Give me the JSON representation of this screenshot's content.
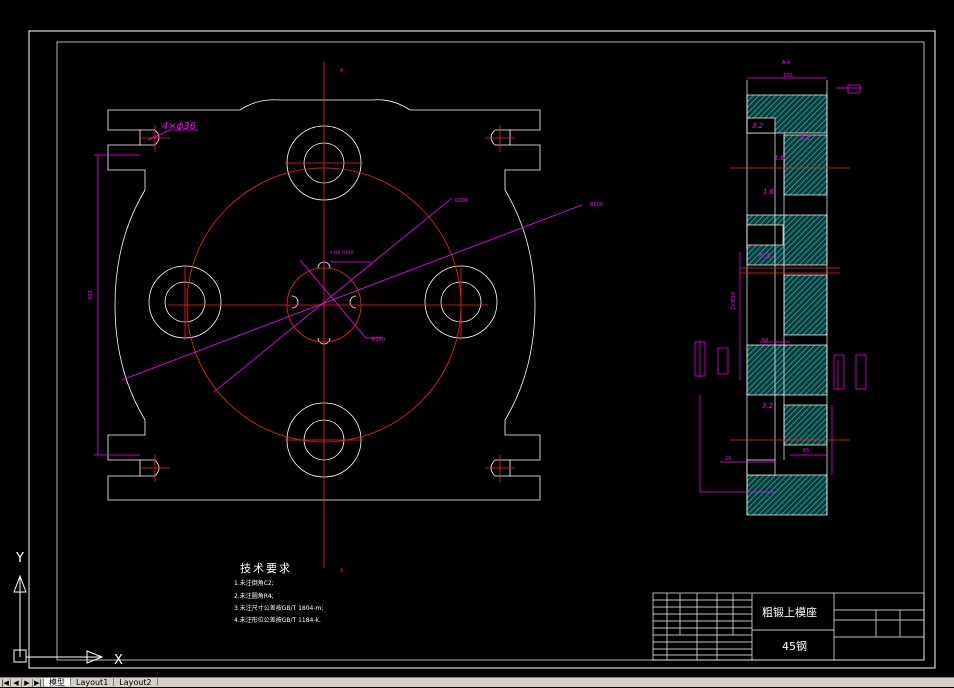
{
  "drawing": {
    "plan_hole_label": "4×ϕ36",
    "label_r_outer": "R500",
    "label_r_mid": "R200",
    "label_r_small": "R100",
    "label_top_callout": "4-M8-7H/10",
    "label_vertical_dim": "430",
    "section_mark": "A",
    "section_label": "A-A",
    "dims": [
      "100",
      "50",
      "65",
      "25",
      "2×M10"
    ],
    "rough_marks": [
      "3.2",
      "3.2",
      "1.6",
      "1.6",
      "6.3",
      "3.2"
    ]
  },
  "notes": {
    "title": "技术要求",
    "items": [
      "1.未注倒角C2;",
      "2.未注圆角R4;",
      "3.未注尺寸公差按GB/T 1804-m;",
      "4.未注形位公差按GB/T 1184-k."
    ]
  },
  "title_block": {
    "part_name": "粗锻上模座",
    "material": "45钢"
  },
  "ucs": {
    "y_label": "Y",
    "x_label": "X"
  },
  "tabs": {
    "nav": [
      "|◀",
      "◀",
      "▶",
      "▶|"
    ],
    "items": [
      "模型",
      "Layout1",
      "Layout2"
    ]
  }
}
